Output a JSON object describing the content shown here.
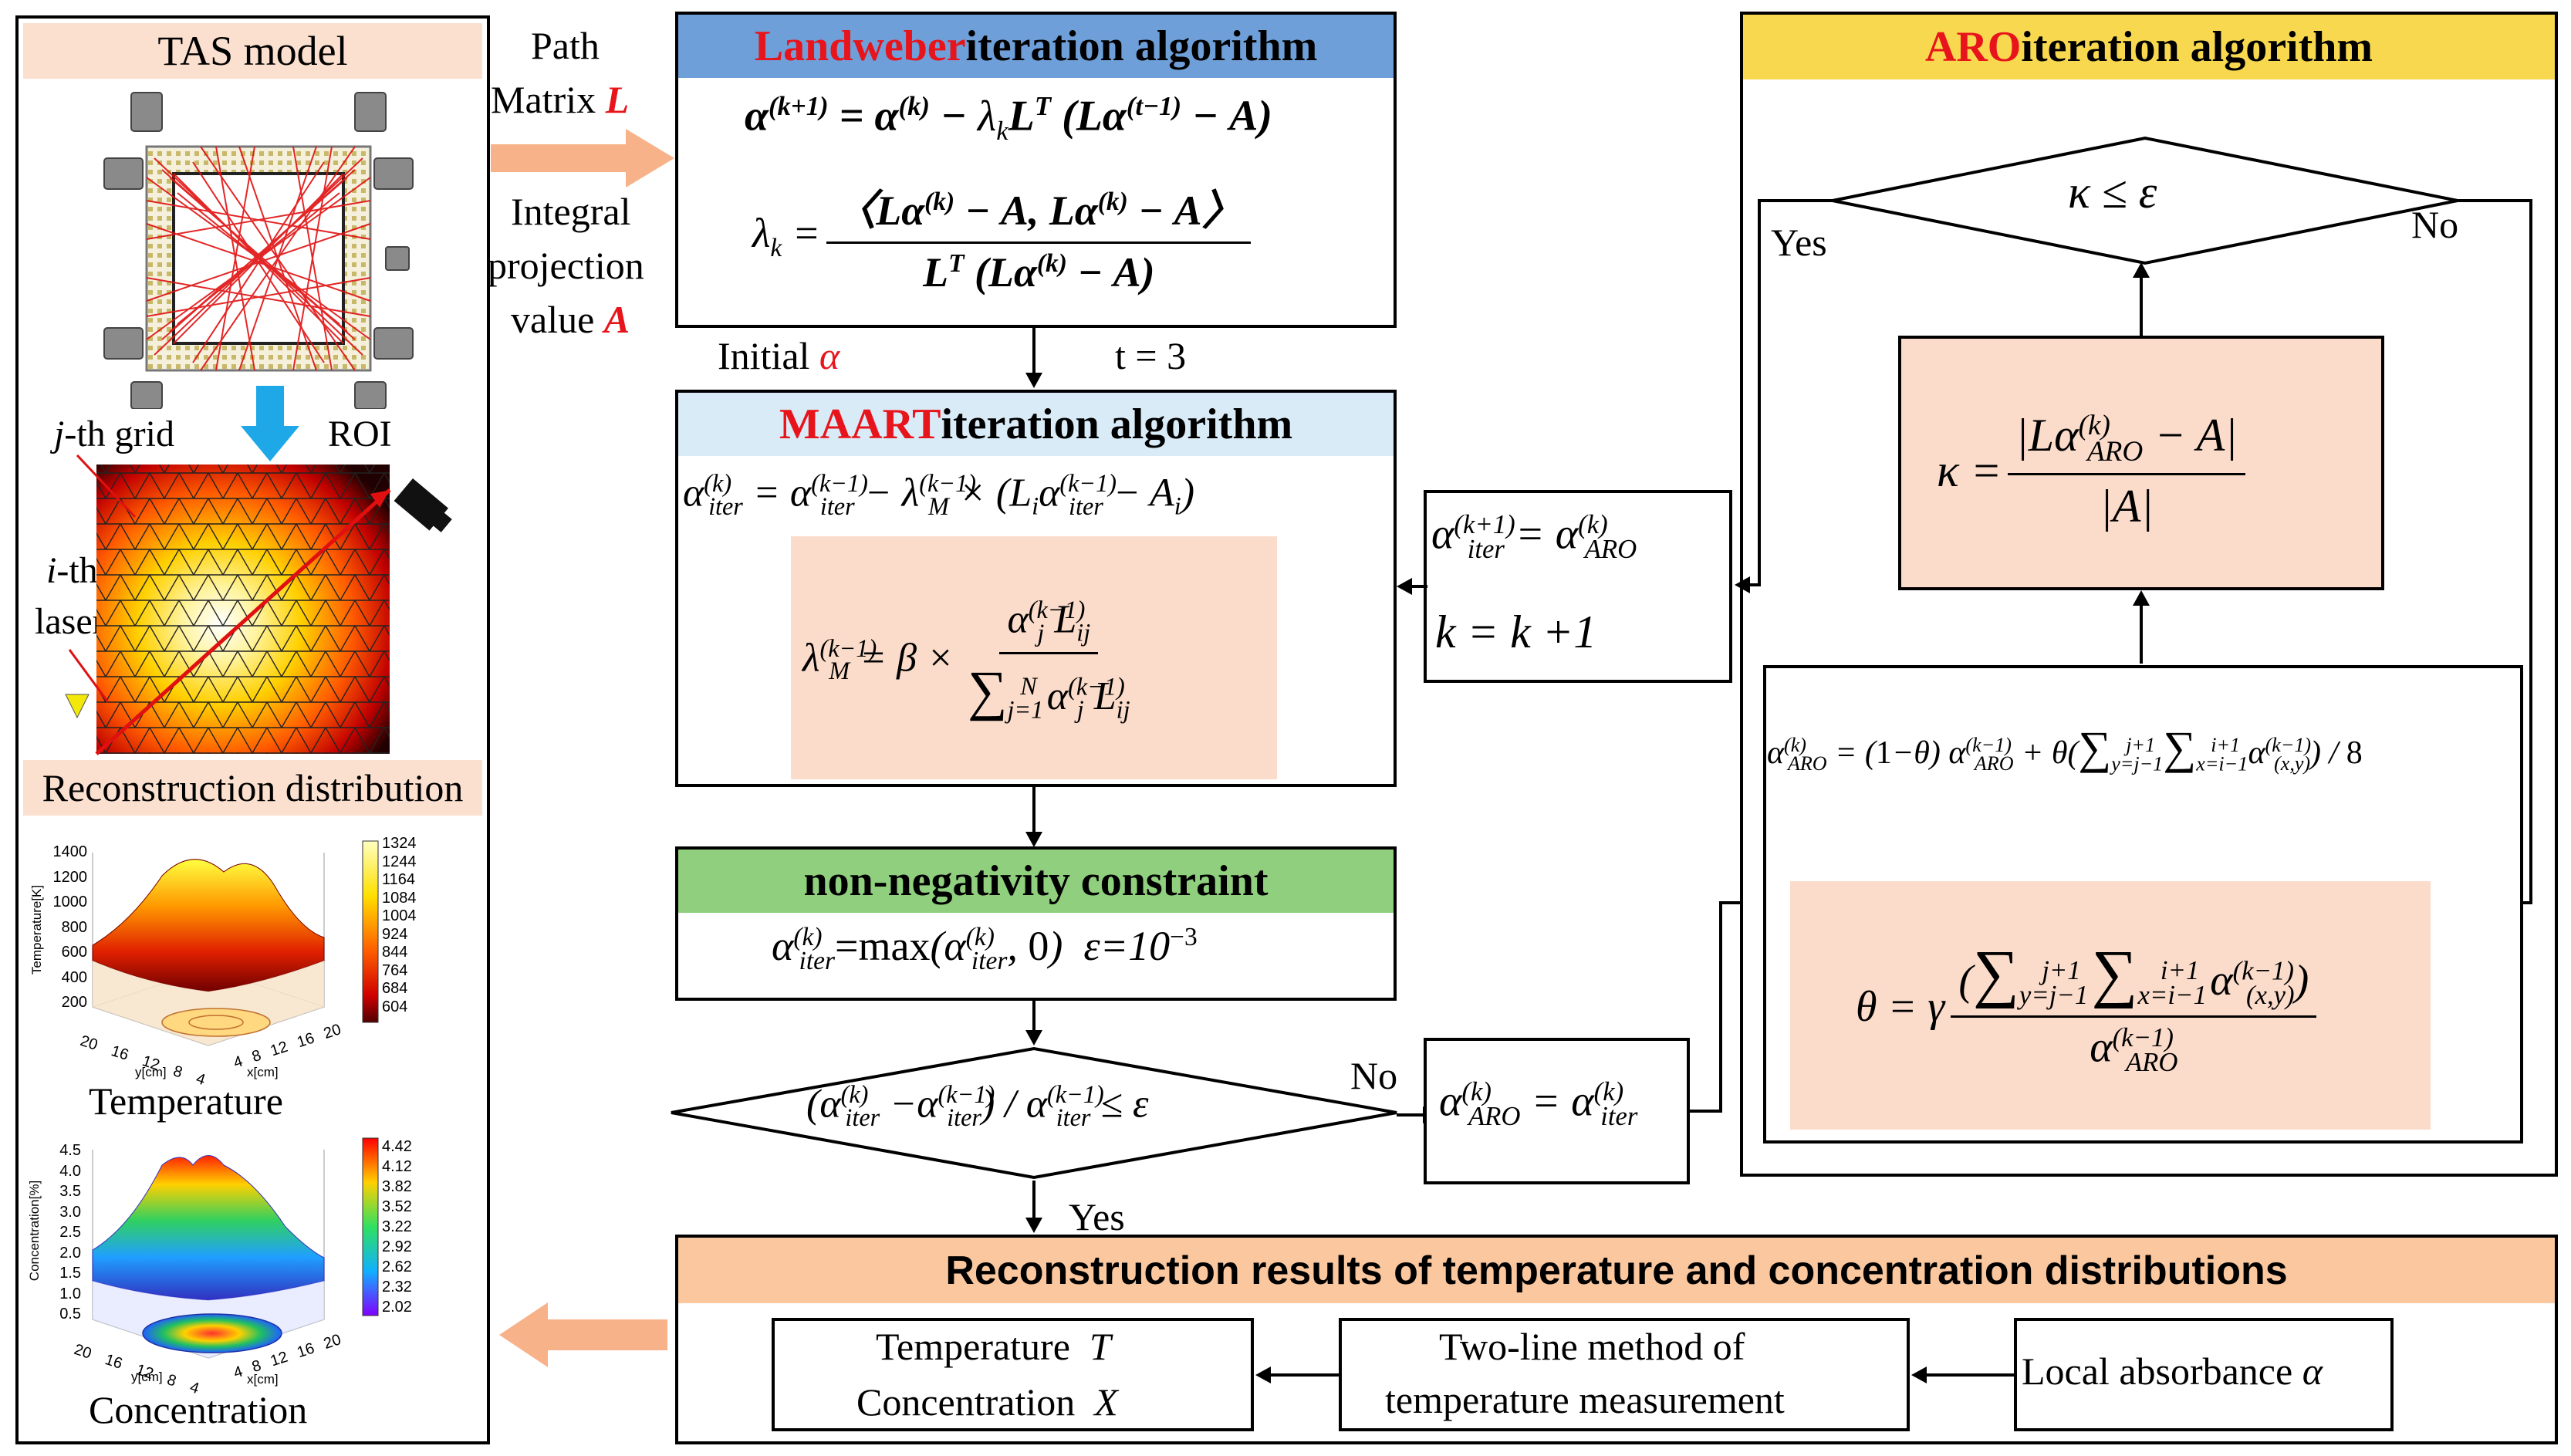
{
  "left_panel": {
    "title": "TAS model",
    "grid_label_prefix": "j",
    "grid_label_suffix": "-th grid",
    "roi_label": "ROI",
    "laser_label_prefix": "i",
    "laser_label_line1_suffix": "-th",
    "laser_label_line2": "laser",
    "reconstruction_title": "Reconstruction distribution",
    "temperature_caption": "Temperature",
    "concentration_caption": "Concentration",
    "temp_plot": {
      "z_label": "Temperature[K]",
      "z_ticks": [
        "1400",
        "1200",
        "1000",
        "800",
        "600",
        "400",
        "200"
      ],
      "colorbar_ticks": [
        "1324",
        "1244",
        "1164",
        "1084",
        "1004",
        "924",
        "844",
        "764",
        "684",
        "604"
      ],
      "y_axis_label": "y[cm]",
      "x_axis_label": "x[cm]",
      "y_ticks": [
        "20",
        "16",
        "12",
        "8",
        "4"
      ],
      "x_ticks": [
        "4",
        "8",
        "12",
        "16",
        "20"
      ]
    },
    "conc_plot": {
      "z_label": "Concentration[%]",
      "z_ticks": [
        "4.5",
        "4.0",
        "3.5",
        "3.0",
        "2.5",
        "2.0",
        "1.5",
        "1.0",
        "0.5"
      ],
      "colorbar_ticks": [
        "4.42",
        "4.12",
        "3.82",
        "3.52",
        "3.22",
        "2.92",
        "2.62",
        "2.32",
        "2.02"
      ],
      "y_axis_label": "y[cm]",
      "x_axis_label": "x[cm]",
      "y_ticks": [
        "20",
        "16",
        "12",
        "8",
        "4"
      ],
      "x_ticks": [
        "4",
        "8",
        "12",
        "16",
        "20"
      ]
    }
  },
  "inputs": {
    "path_line1": "Path",
    "path_line2": "Matrix",
    "path_symbol": "L",
    "integral_line1": "Integral",
    "integral_line2": "projection",
    "integral_line3": "value",
    "integral_symbol": "A"
  },
  "landweber": {
    "title_red": "Landweber",
    "title_rest": " iteration algorithm"
  },
  "initial_label": "Initial",
  "initial_symbol": "α",
  "t_label": "t = 3",
  "maart": {
    "title_red": "MAART",
    "title_rest": " iteration algorithm"
  },
  "nonneg": {
    "title": "non-negativity constraint",
    "epsilon_text": "ε=10",
    "epsilon_exp": "−3"
  },
  "decision": {
    "no_label": "No",
    "yes_label": "Yes"
  },
  "update_box": {
    "k_update": "k = k +1"
  },
  "aro": {
    "title_red": "ARO",
    "title_rest": " iteration algorithm",
    "yes_label": "Yes",
    "no_label": "No",
    "condition": "κ ≤ ε"
  },
  "results": {
    "title": "Reconstruction results of temperature and concentration distributions",
    "temperature_line": "Temperature",
    "temperature_symbol": "T",
    "concentration_line": "Concentration",
    "concentration_symbol": "X",
    "two_line_1": "Two-line  method of",
    "two_line_2": "temperature measurement",
    "local_absorbance": "Local absorbance",
    "local_symbol": "α"
  },
  "colors": {
    "landweber_header": "#6f9fd8",
    "maart_header": "#d9ebf7",
    "nonneg_header": "#8fcf7e",
    "aro_header": "#f8d84e",
    "results_header": "#fbc79e",
    "left_header": "#fbe0cf",
    "peach_fill": "#fbdccb",
    "arrow_fill": "#f8b28a",
    "blue_arrow": "#1fa8e8",
    "red_text": "#e8141b"
  }
}
